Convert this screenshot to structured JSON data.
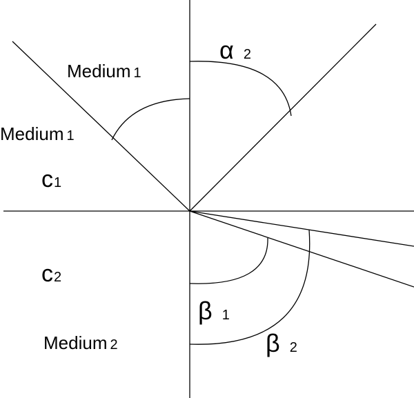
{
  "labels": {
    "medium_top": {
      "name": "Medium",
      "index": "1"
    },
    "medium_left": {
      "name": "Medium",
      "index": "1"
    },
    "medium_bottom": {
      "name": "Medium",
      "index": "2"
    },
    "c1": {
      "symbol": "c",
      "index": "1"
    },
    "c2": {
      "symbol": "c",
      "index": "2"
    },
    "alpha2": {
      "symbol": "α",
      "index": "2"
    },
    "beta1": {
      "symbol": "β",
      "index": "1"
    },
    "beta2": {
      "symbol": "β",
      "index": "2"
    }
  },
  "colors": {
    "stroke": "#000000",
    "background": "#ffffff"
  }
}
